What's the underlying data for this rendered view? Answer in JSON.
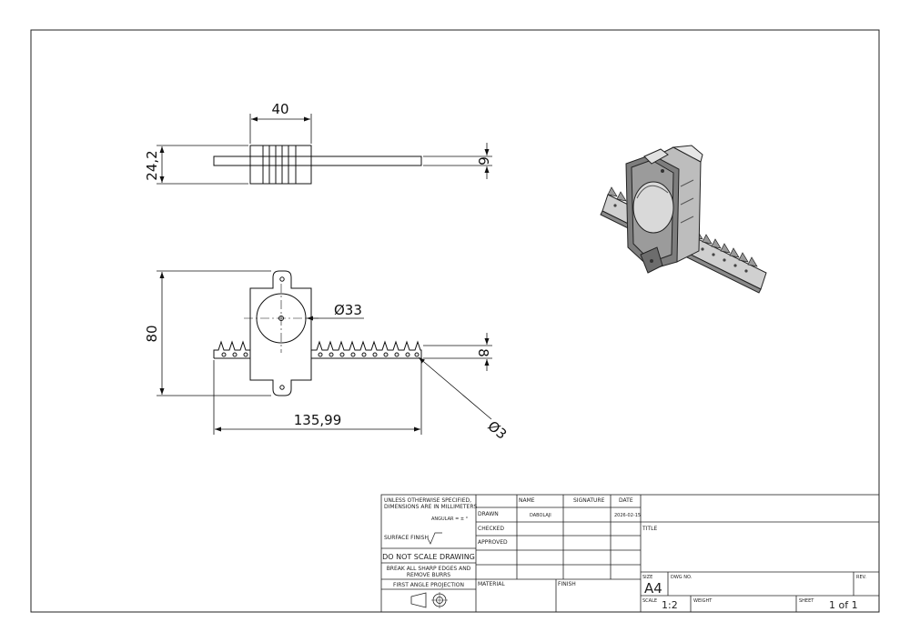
{
  "dimensions": {
    "width_top": "40",
    "height_top": "24,2",
    "rack_thickness": "6",
    "height_front": "80",
    "circle_diameter": "Ø33",
    "rack_height": "8",
    "rack_length": "135,99",
    "hole_diameter": "Ø3"
  },
  "title_block": {
    "note_line1": "UNLESS OTHERWISE SPECIFIED,",
    "note_line2": "DIMENSIONS ARE IN MILLIMETERS",
    "angular": "ANGULAR = ± °",
    "surface_finish": "SURFACE FINISH",
    "do_not_scale": "DO NOT SCALE DRAWING",
    "break_edges_line1": "BREAK ALL SHARP EDGES AND",
    "break_edges_line2": "REMOVE BURRS",
    "projection": "FIRST ANGLE PROJECTION",
    "col_name": "NAME",
    "col_signature": "SIGNATURE",
    "col_date": "DATE",
    "row_drawn": "DRAWN",
    "row_checked": "CHECKED",
    "row_approved": "APPROVED",
    "drawn_name": "DABOLAJI",
    "drawn_date": "2026-02-15",
    "material": "MATERIAL",
    "finish": "FINISH",
    "title_label": "TITLE",
    "size_label": "SIZE",
    "size_value": "A4",
    "dwg_no_label": "DWG NO.",
    "rev_label": "REV.",
    "scale_label": "SCALE",
    "scale_value": "1:2",
    "weight_label": "WEIGHT",
    "sheet_label": "SHEET",
    "sheet_value": "1 of 1"
  }
}
